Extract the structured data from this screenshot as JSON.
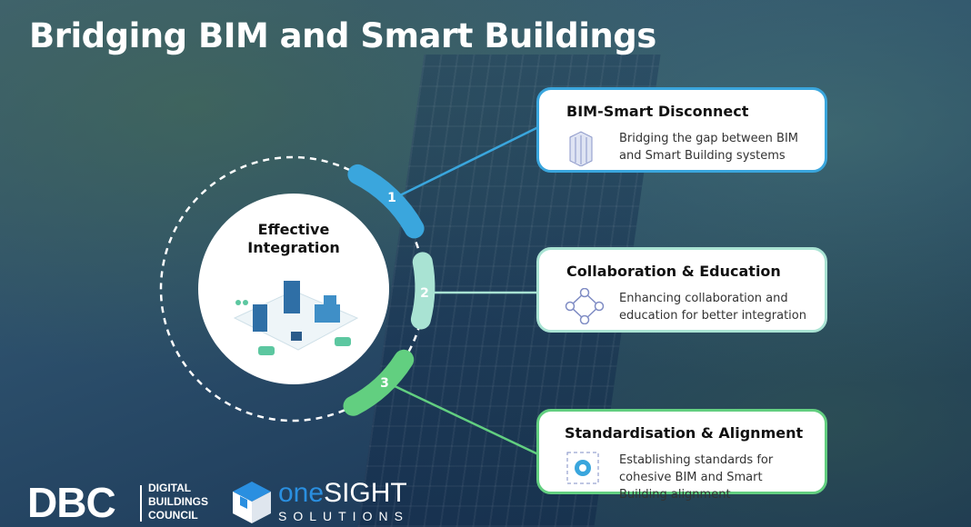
{
  "title": "Bridging BIM and Smart Buildings",
  "hub": {
    "title": "Effective Integration"
  },
  "steps": [
    {
      "number": "1",
      "title": "BIM-Smart Disconnect",
      "description": "Bridging the gap between BIM and Smart Building systems",
      "color": "#3aa6dd",
      "icon": "smart-building-icon"
    },
    {
      "number": "2",
      "title": "Collaboration & Education",
      "description": "Enhancing collaboration and education for better integration",
      "color": "#a9e3d3",
      "icon": "collaboration-network-icon"
    },
    {
      "number": "3",
      "title": "Standardisation & Alignment",
      "description": "Establishing standards for cohesive BIM and Smart Building alignment",
      "color": "#62cf80",
      "icon": "gear-standards-icon"
    }
  ],
  "logos": {
    "dbc": {
      "mark": "DBC",
      "line1": "DIGITAL",
      "line2": "BUILDINGS",
      "line3": "COUNCIL"
    },
    "onesight": {
      "one": "one",
      "sight": "SIGHT",
      "sub": "SOLUTIONS"
    }
  }
}
